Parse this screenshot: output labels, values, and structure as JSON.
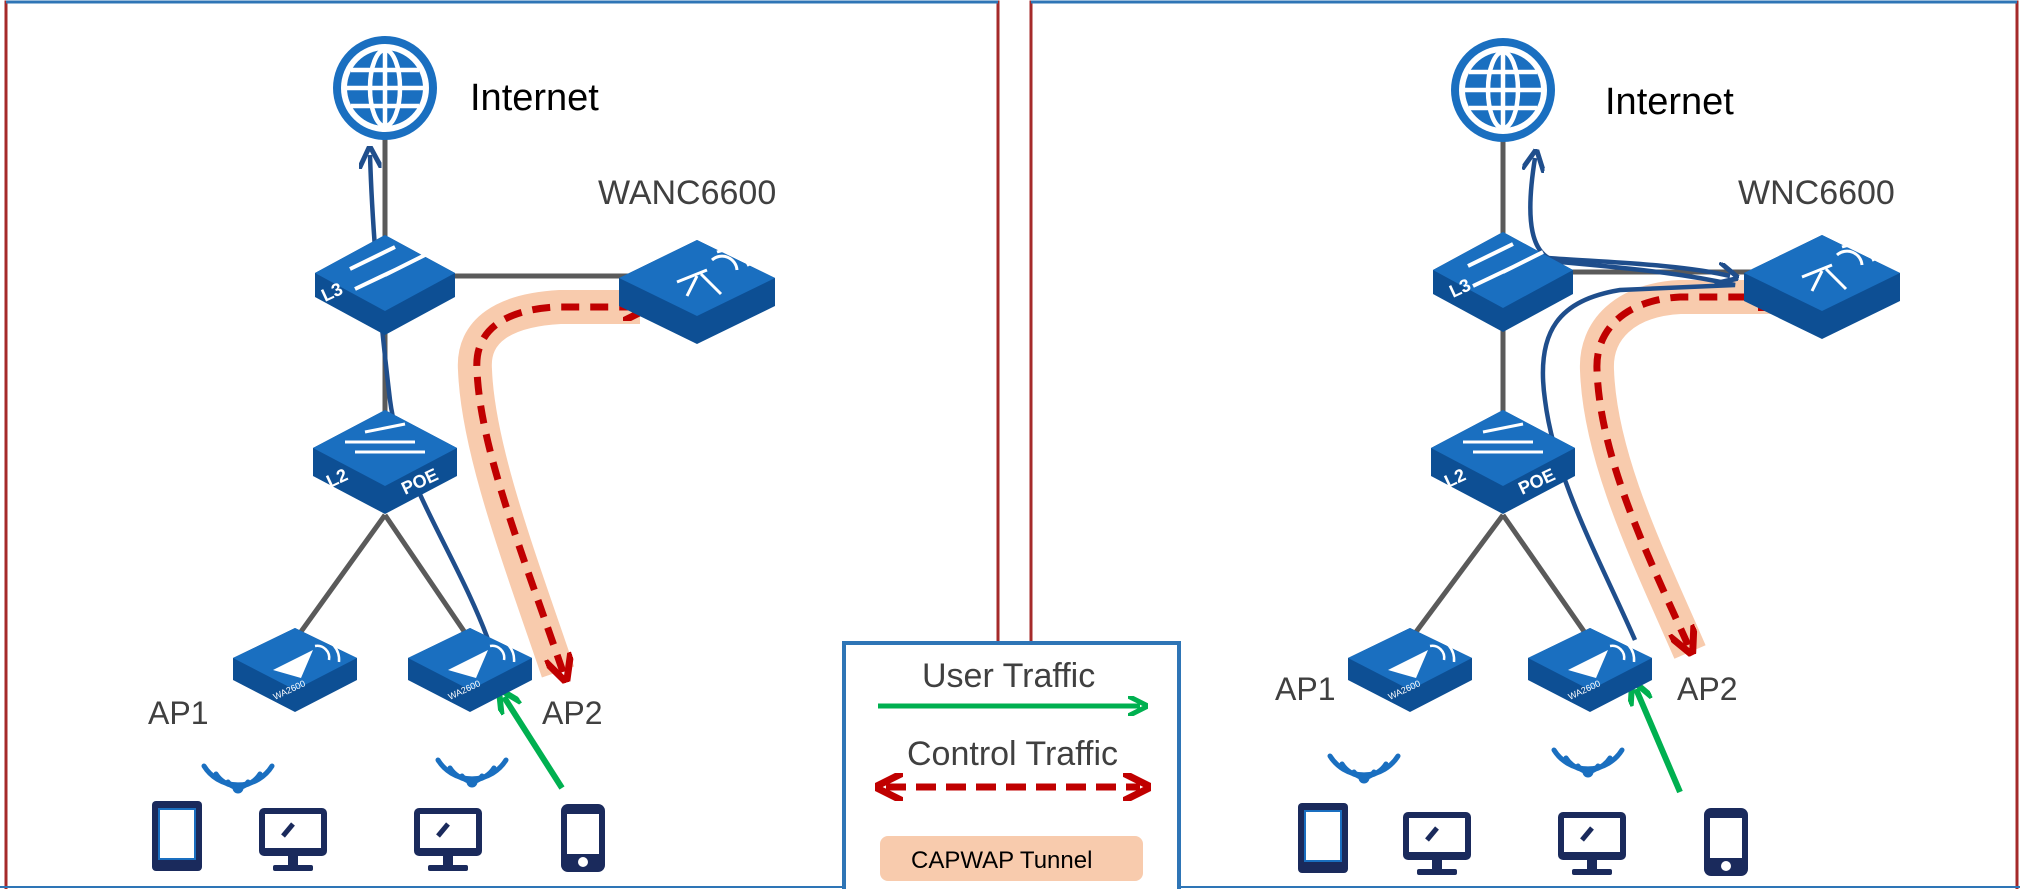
{
  "left_panel": {
    "internet_label": "Internet",
    "controller_label": "WANC6600",
    "l3_switch_label": "L3",
    "l2_switch_label": "L2",
    "poe_label": "POE",
    "ap1_label": "AP1",
    "ap2_label": "AP2",
    "ap_model": "WA2600"
  },
  "right_panel": {
    "internet_label": "Internet",
    "controller_label": "WNC6600",
    "l3_switch_label": "L3",
    "l2_switch_label": "L2",
    "poe_label": "POE",
    "ap1_label": "AP1",
    "ap2_label": "AP2",
    "ap_model": "WA2600"
  },
  "legend": {
    "user_traffic": "User Traffic",
    "control_traffic": "Control Traffic",
    "capwap_tunnel": "CAPWAP Tunnel"
  },
  "colors": {
    "device_blue": "#1a6fc0",
    "device_dark": "#0d4f94",
    "link_gray": "#5a5a5a",
    "user_traffic_green": "#00b050",
    "control_traffic_red": "#c00000",
    "capwap_fill": "#f8cbad",
    "traffic_path_navy": "#1f4e8c",
    "panel_border": "#a52a2a",
    "legend_border": "#2e75b6"
  }
}
